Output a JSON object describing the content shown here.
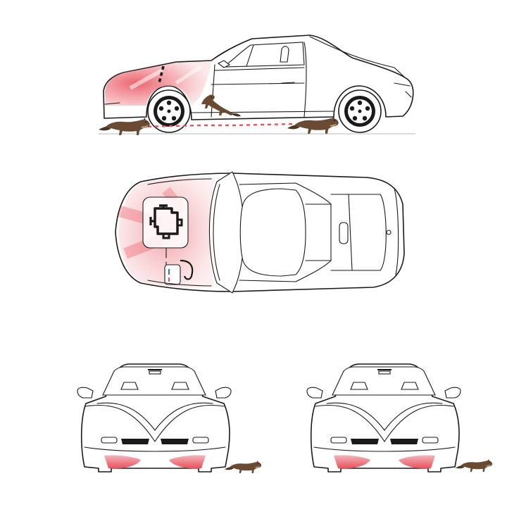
{
  "colors": {
    "outline": "#1a1a1a",
    "body": "#ffffff",
    "danger_zone": "#e8505b",
    "marten_fur": "#6a4a32",
    "marten_shade": "#4e3523",
    "marten_throat": "#b89a78"
  },
  "views": [
    {
      "id": "side-view",
      "zones": [
        "hood",
        "engine-bay",
        "underbody-path"
      ],
      "martens": 3
    },
    {
      "id": "top-view",
      "zones": [
        "engine-bay",
        "fluid-reservoir"
      ],
      "martens": 0
    },
    {
      "id": "front-view-left",
      "zones": [
        "front-bumper-underside"
      ],
      "martens": 1
    },
    {
      "id": "front-view-right",
      "zones": [
        "front-bumper-underside"
      ],
      "martens": 1
    }
  ],
  "icons": [
    "engine-icon",
    "coolant-reservoir-icon",
    "marten-icon"
  ]
}
